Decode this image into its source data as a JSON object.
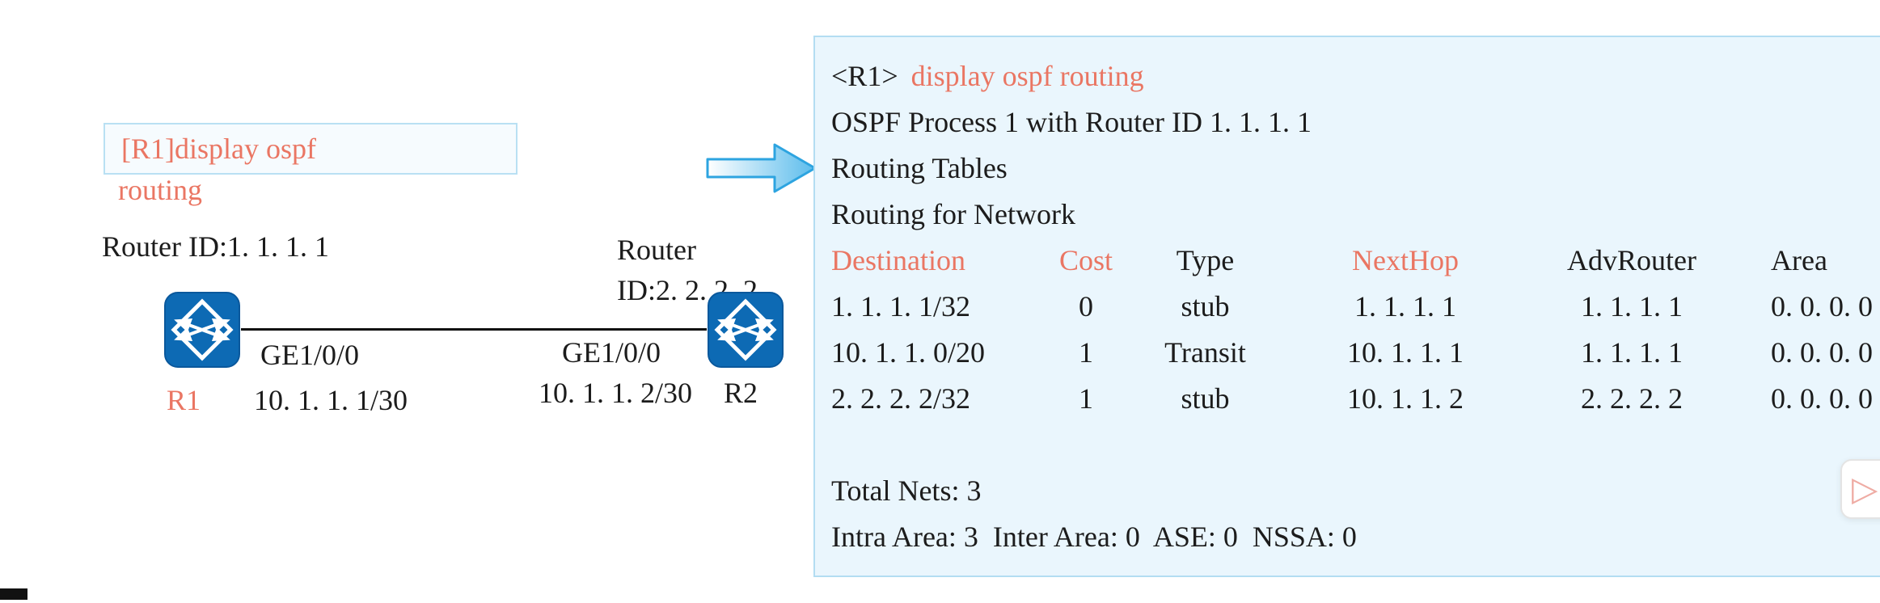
{
  "colors": {
    "accent_red": "#ea7663",
    "panel_bg": "#eaf6fd",
    "panel_border": "#b3ddf2",
    "router_blue": "#0d6ab4",
    "arrow_blue": "#2da4e0"
  },
  "diagram": {
    "command_box": {
      "line1": "[R1]display ospf",
      "line2": "routing"
    },
    "r1": {
      "router_id": "Router ID:1. 1. 1. 1",
      "name": "R1",
      "interface_label": "GE1/0/0",
      "ip_label": "10. 1. 1. 1/30"
    },
    "r2": {
      "router_id_line1": "Router",
      "router_id_line2": "ID:2. 2. 2. 2",
      "name": "R2",
      "interface_label": "GE1/0/0",
      "ip_label": "10. 1. 1. 2/30"
    }
  },
  "console": {
    "prompt": "<R1>",
    "command": "display ospf routing",
    "info_lines": [
      "OSPF Process 1 with Router ID 1. 1. 1. 1",
      "Routing Tables",
      "Routing for Network"
    ],
    "table": {
      "headers": [
        "Destination",
        "Cost",
        "Type",
        "NextHop",
        "AdvRouter",
        "Area"
      ],
      "rows": [
        [
          "1. 1. 1. 1/32",
          "0",
          "stub",
          "1. 1. 1. 1",
          "1. 1. 1. 1",
          "0. 0. 0. 0"
        ],
        [
          "10. 1. 1. 0/20",
          "1",
          "Transit",
          "10. 1. 1. 1",
          "1. 1. 1. 1",
          "0. 0. 0. 0"
        ],
        [
          "2. 2. 2. 2/32",
          "1",
          "stub",
          "10. 1. 1. 2",
          "2. 2. 2. 2",
          "0. 0. 0. 0"
        ]
      ]
    },
    "total_nets": "Total Nets: 3",
    "summary": "Intra Area: 3  Inter Area: 0  ASE: 0  NSSA: 0"
  },
  "widget": {
    "icon": "▷"
  }
}
